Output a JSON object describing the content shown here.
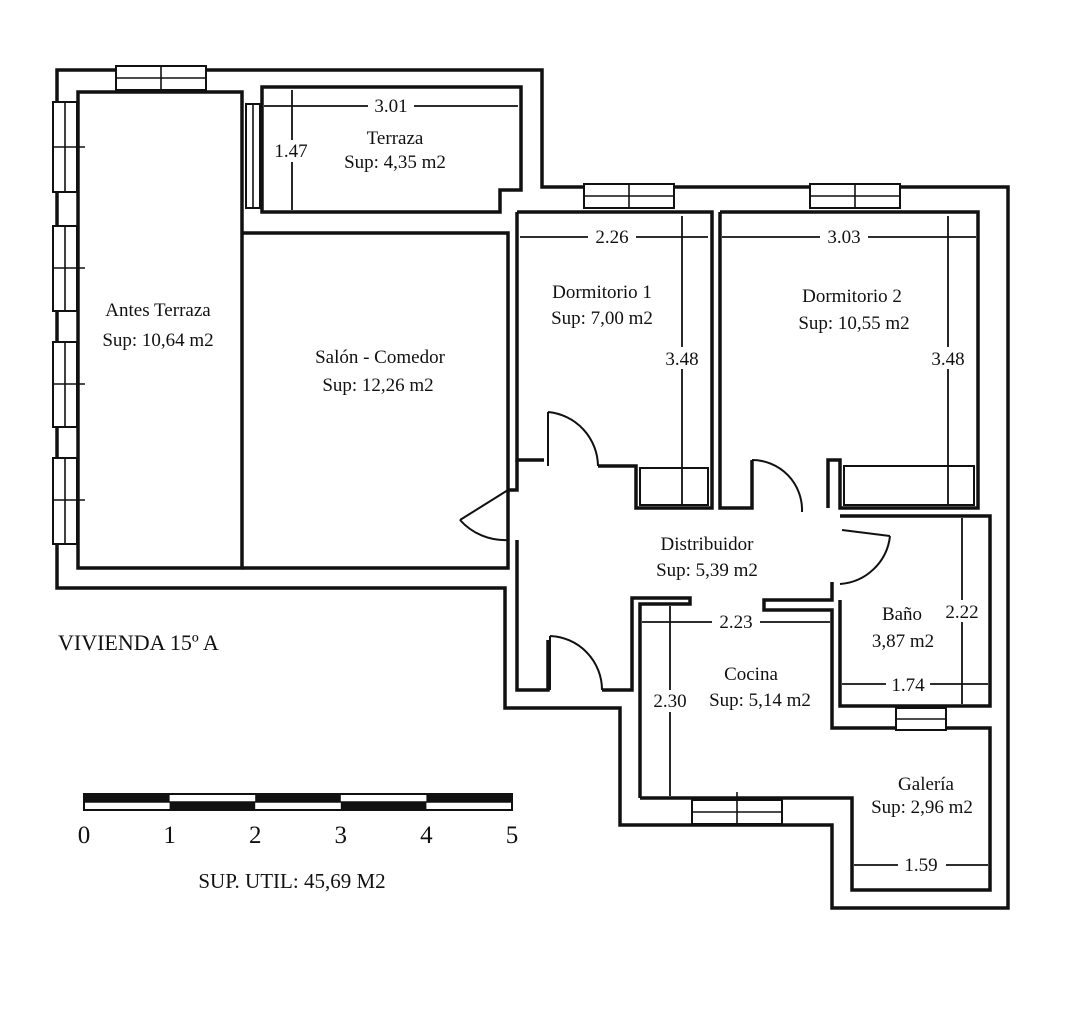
{
  "plan": {
    "title": "VIVIENDA 15º A",
    "total_area": "SUP. UTIL: 45,69 M2"
  },
  "rooms": {
    "terraza": {
      "name": "Terraza",
      "area": "Sup: 4,35 m2"
    },
    "antes_terraza": {
      "name": "Antes Terraza",
      "area": "Sup: 10,64 m2"
    },
    "salon": {
      "name": "Salón - Comedor",
      "area": "Sup: 12,26 m2"
    },
    "dormitorio1": {
      "name": "Dormitorio 1",
      "area": "Sup: 7,00 m2"
    },
    "dormitorio2": {
      "name": "Dormitorio 2",
      "area": "Sup: 10,55 m2"
    },
    "distribuidor": {
      "name": "Distribuidor",
      "area": "Sup: 5,39 m2"
    },
    "bano": {
      "name": "Baño",
      "area": "3,87 m2"
    },
    "cocina": {
      "name": "Cocina",
      "area": "Sup: 5,14 m2"
    },
    "galeria": {
      "name": "Galería",
      "area": "Sup: 2,96 m2"
    }
  },
  "dimensions": {
    "terraza_width": "3.01",
    "terraza_depth": "1.47",
    "dorm1_width": "2.26",
    "dorm1_depth": "3.48",
    "dorm2_width": "3.03",
    "dorm2_depth": "3.48",
    "cocina_width": "2.23",
    "cocina_depth": "2.30",
    "bano_depth": "2.22",
    "bano_width": "1.74",
    "galeria_width": "1.59"
  },
  "scale": {
    "labels": [
      "0",
      "1",
      "2",
      "3",
      "4",
      "5"
    ]
  }
}
